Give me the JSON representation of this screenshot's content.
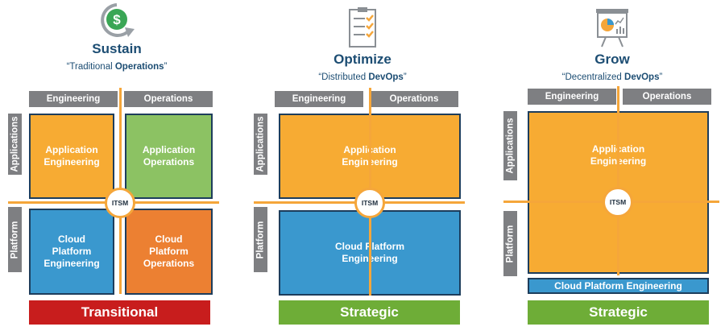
{
  "models": [
    {
      "title": "Sustain",
      "subtitle_pre": "“Traditional ",
      "subtitle_bold": "Operations",
      "subtitle_post": "”",
      "headers": {
        "engineering": "Engineering",
        "operations": "Operations"
      },
      "sides": {
        "applications": "Applications",
        "platform": "Platform"
      },
      "boxes": {
        "app_eng": [
          "Application",
          "Engineering"
        ],
        "app_ops": [
          "Application",
          "Operations"
        ],
        "plat_eng": [
          "Cloud",
          "Platform",
          "Engineering"
        ],
        "plat_ops": [
          "Cloud",
          "Platform",
          "Operations"
        ]
      },
      "itsm": "ITSM",
      "footer": "Transitional",
      "icon": "dollar-cycle-icon"
    },
    {
      "title": "Optimize",
      "subtitle_pre": "“Distributed ",
      "subtitle_bold": "DevOps",
      "subtitle_post": "”",
      "headers": {
        "engineering": "Engineering",
        "operations": "Operations"
      },
      "sides": {
        "applications": "Applications",
        "platform": "Platform"
      },
      "boxes": {
        "app": [
          "Application",
          "Engineering"
        ],
        "plat": [
          "Cloud Platform",
          "Engineering"
        ]
      },
      "itsm": "ITSM",
      "footer": "Strategic",
      "icon": "checklist-clipboard-icon"
    },
    {
      "title": "Grow",
      "subtitle_pre": "“Decentralized ",
      "subtitle_bold": "DevOps",
      "subtitle_post": "”",
      "headers": {
        "engineering": "Engineering",
        "operations": "Operations"
      },
      "sides": {
        "applications": "Applications",
        "platform": "Platform"
      },
      "boxes": {
        "app": [
          "Application",
          "Engineering"
        ],
        "plat": "Cloud Platform Engineering"
      },
      "itsm": "ITSM",
      "footer": "Strategic",
      "icon": "presentation-board-icon"
    }
  ],
  "colors": {
    "title": "#1c4d73",
    "header_gray": "#7e7f82",
    "orange": "#f7ab33",
    "green": "#8cc263",
    "blue": "#3a98ce",
    "red_orange": "#ec8032",
    "divider": "#f5a63a",
    "footer_red": "#c81d1d",
    "footer_green": "#6ead37"
  }
}
